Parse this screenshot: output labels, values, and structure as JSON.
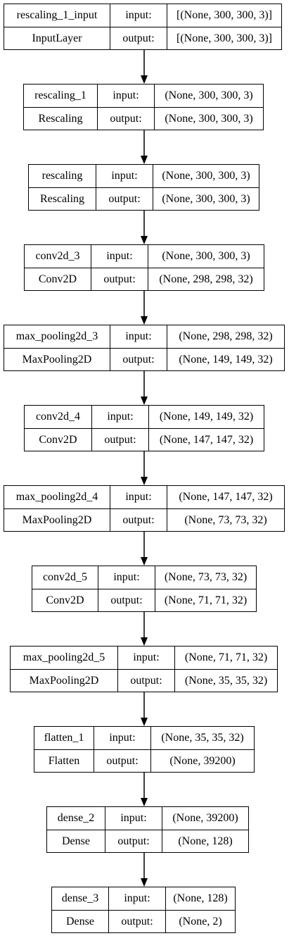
{
  "layers": [
    {
      "name": "rescaling_1_input",
      "type": "InputLayer",
      "input_label": "input:",
      "output_label": "output:",
      "input_shape": "[(None, 300, 300, 3)]",
      "output_shape": "[(None, 300, 300, 3)]"
    },
    {
      "name": "rescaling_1",
      "type": "Rescaling",
      "input_label": "input:",
      "output_label": "output:",
      "input_shape": "(None, 300, 300, 3)",
      "output_shape": "(None, 300, 300, 3)"
    },
    {
      "name": "rescaling",
      "type": "Rescaling",
      "input_label": "input:",
      "output_label": "output:",
      "input_shape": "(None, 300, 300, 3)",
      "output_shape": "(None, 300, 300, 3)"
    },
    {
      "name": "conv2d_3",
      "type": "Conv2D",
      "input_label": "input:",
      "output_label": "output:",
      "input_shape": "(None, 300, 300, 3)",
      "output_shape": "(None, 298, 298, 32)"
    },
    {
      "name": "max_pooling2d_3",
      "type": "MaxPooling2D",
      "input_label": "input:",
      "output_label": "output:",
      "input_shape": "(None, 298, 298, 32)",
      "output_shape": "(None, 149, 149, 32)"
    },
    {
      "name": "conv2d_4",
      "type": "Conv2D",
      "input_label": "input:",
      "output_label": "output:",
      "input_shape": "(None, 149, 149, 32)",
      "output_shape": "(None, 147, 147, 32)"
    },
    {
      "name": "max_pooling2d_4",
      "type": "MaxPooling2D",
      "input_label": "input:",
      "output_label": "output:",
      "input_shape": "(None, 147, 147, 32)",
      "output_shape": "(None, 73, 73, 32)"
    },
    {
      "name": "conv2d_5",
      "type": "Conv2D",
      "input_label": "input:",
      "output_label": "output:",
      "input_shape": "(None, 73, 73, 32)",
      "output_shape": "(None, 71, 71, 32)"
    },
    {
      "name": "max_pooling2d_5",
      "type": "MaxPooling2D",
      "input_label": "input:",
      "output_label": "output:",
      "input_shape": "(None, 71, 71, 32)",
      "output_shape": "(None, 35, 35, 32)"
    },
    {
      "name": "flatten_1",
      "type": "Flatten",
      "input_label": "input:",
      "output_label": "output:",
      "input_shape": "(None, 35, 35, 32)",
      "output_shape": "(None, 39200)"
    },
    {
      "name": "dense_2",
      "type": "Dense",
      "input_label": "input:",
      "output_label": "output:",
      "input_shape": "(None, 39200)",
      "output_shape": "(None, 128)"
    },
    {
      "name": "dense_3",
      "type": "Dense",
      "input_label": "input:",
      "output_label": "output:",
      "input_shape": "(None, 128)",
      "output_shape": "(None, 2)"
    }
  ],
  "colors": {
    "stroke": "#000000",
    "background": "#ffffff"
  }
}
